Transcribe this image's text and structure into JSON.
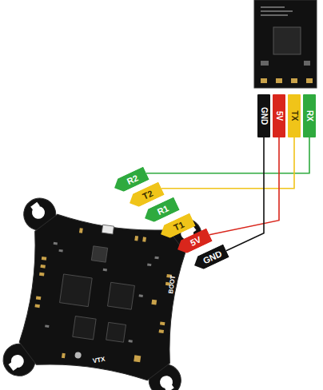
{
  "diagram": {
    "nodes": [
      {
        "text": [
          "GND"
        ]
      },
      {
        "text": [
          "5V"
        ]
      },
      {
        "text": [
          "TX"
        ]
      },
      {
        "text": [
          "RX"
        ]
      },
      {
        "text": [
          "R2"
        ]
      },
      {
        "text": [
          "T2"
        ]
      },
      {
        "text": [
          "R1"
        ]
      },
      {
        "text": [
          "T1"
        ]
      },
      {
        "text": [
          "5V"
        ]
      },
      {
        "text": [
          "GND"
        ]
      }
    ],
    "edges": [
      {
        "from": 4,
        "to": 3,
        "arrow": "none"
      },
      {
        "from": 5,
        "to": 2,
        "arrow": "none"
      },
      {
        "from": 8,
        "to": 1,
        "arrow": "none"
      },
      {
        "from": 9,
        "to": 0,
        "arrow": "none"
      }
    ],
    "labels": [
      "BOOT",
      "VTX"
    ]
  }
}
